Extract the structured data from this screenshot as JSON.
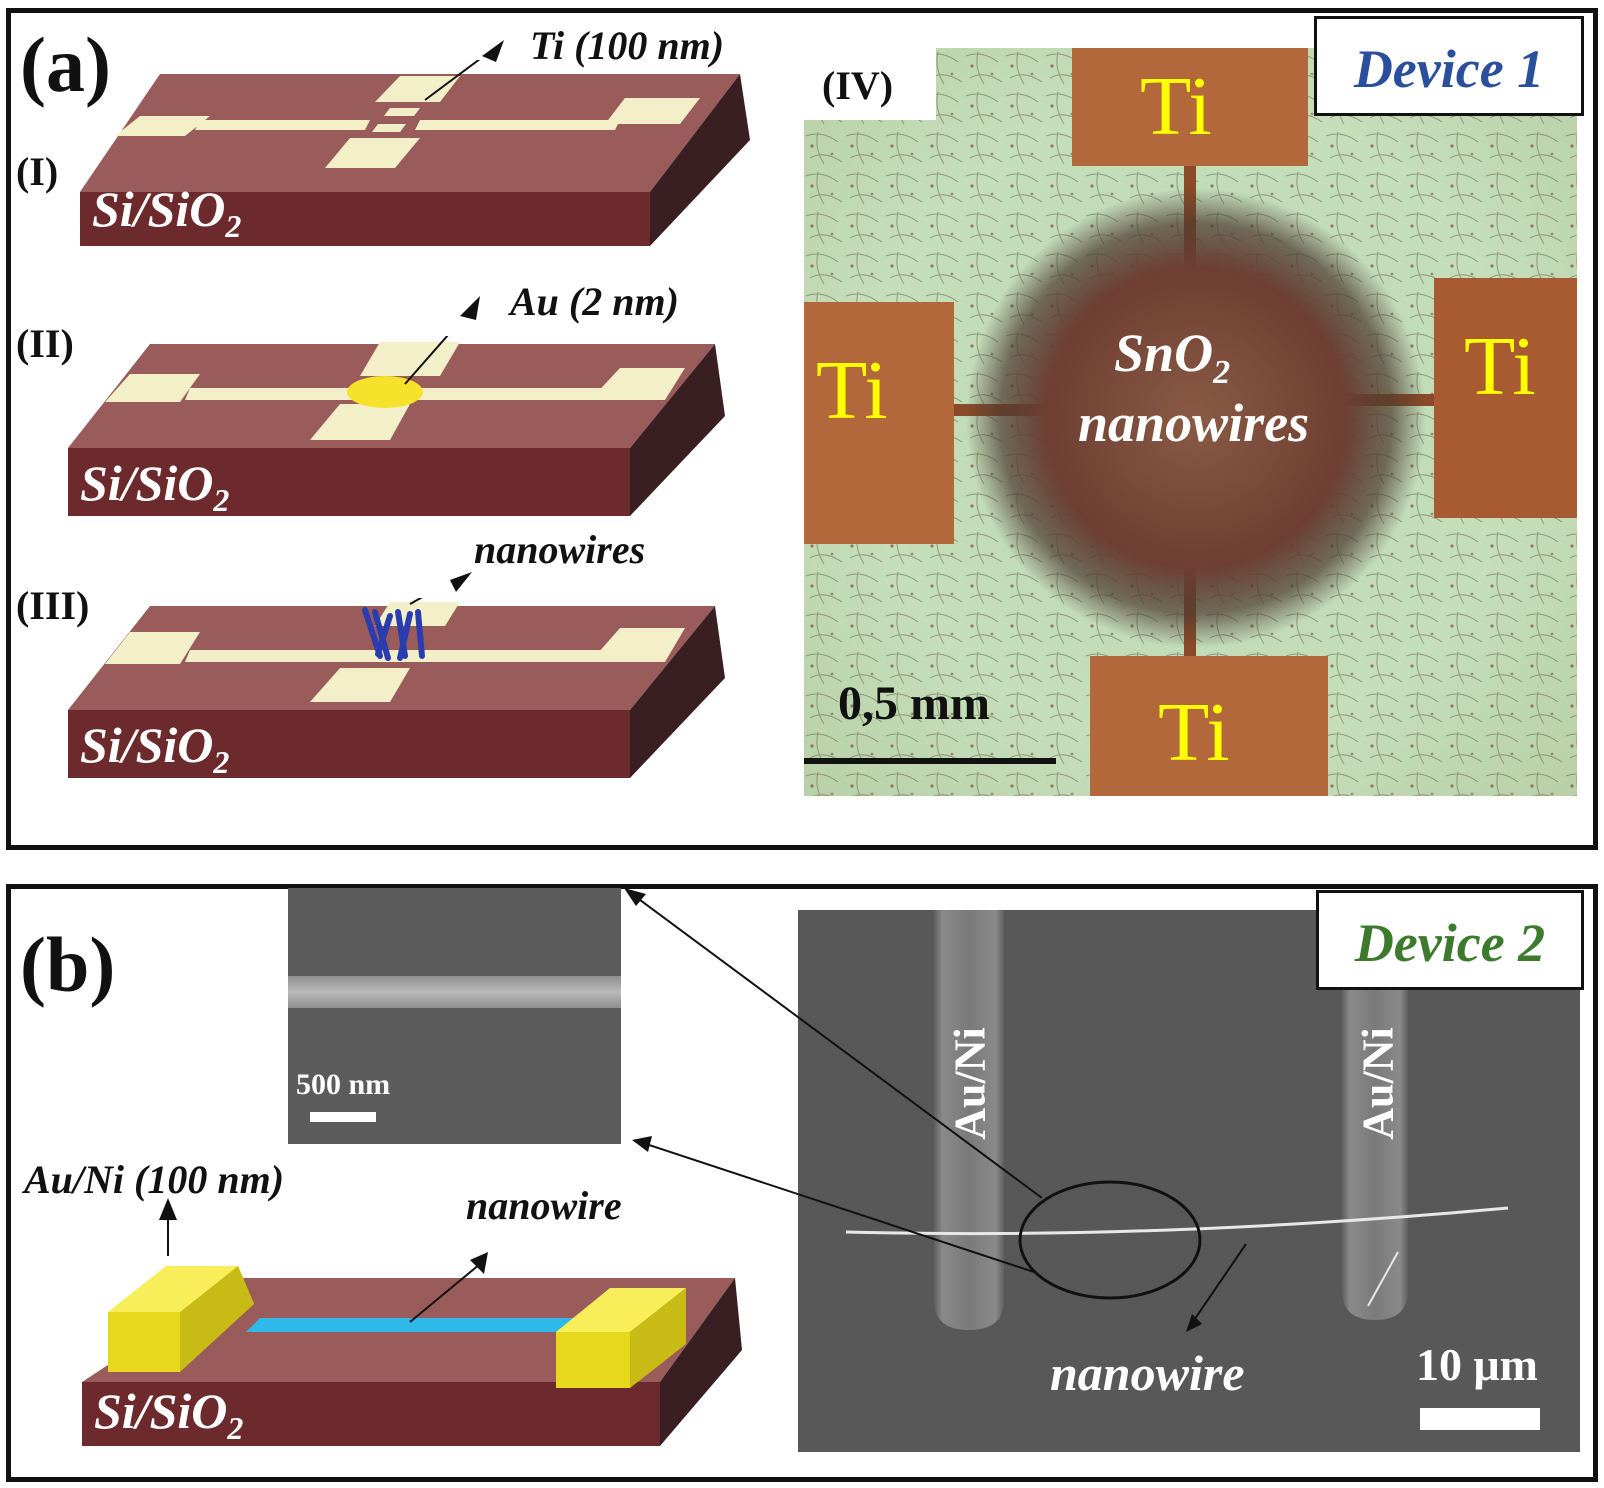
{
  "panel_a": {
    "label": "(a)",
    "steps": [
      "(I)",
      "(II)",
      "(III)",
      "(IV)"
    ],
    "substrate_label": "Si/SiO",
    "substrate_sub": "2",
    "annotations": {
      "ti": "Ti (100 nm)",
      "au": "Au (2 nm)",
      "nanowires": "nanowires"
    },
    "device_title": "Device 1",
    "device_title_color": "#2a4f9c",
    "micrograph": {
      "pad_labels": [
        "Ti",
        "Ti",
        "Ti",
        "Ti"
      ],
      "center_label_line1": "SnO",
      "center_label_sub": "2",
      "center_label_line2": "nanowires",
      "scale_bar": "0,5 mm"
    }
  },
  "panel_b": {
    "label": "(b)",
    "device_title": "Device 2",
    "device_title_color": "#3d7a2e",
    "annotations": {
      "contact": "Au/Ni (100 nm)",
      "nanowire": "nanowire"
    },
    "substrate_label": "Si/SiO",
    "substrate_sub": "2",
    "inset_scale_bar": "500 nm",
    "sem": {
      "electrode_labels": [
        "Au/Ni",
        "Au/Ni"
      ],
      "nanowire_label": "nanowire",
      "scale_bar": "10 μm"
    }
  },
  "colors": {
    "substrate_top": "#9a5b5b",
    "substrate_front": "#6d2a2d",
    "substrate_side": "#3a1f22",
    "pad": "#f3efc9",
    "au_dot": "#f6e22a",
    "nanowire_blue": "#2a3db0",
    "contact_yellow": "#f3e82a",
    "channel_cyan": "#2fb9e8"
  }
}
